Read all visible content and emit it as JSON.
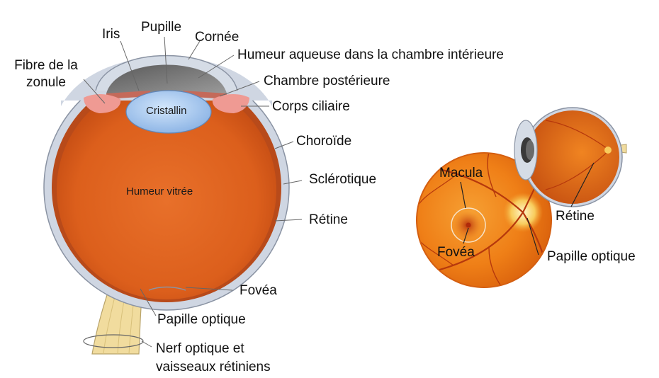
{
  "diagram": {
    "colors": {
      "vitreous": "#e0661f",
      "sclera": "#cfd6e2",
      "lens": "#a9c9ee",
      "ciliary": "#ef9a93",
      "iris": "#707070",
      "nerve": "#f1dc9e",
      "fundus": "#f2861a"
    },
    "labels": {
      "iris": "Iris",
      "pupille": "Pupille",
      "cornee": "Cornée",
      "humeur_aqueuse": "Humeur aqueuse dans la chambre intérieure",
      "fibre_line1": "Fibre de la",
      "fibre_line2": "zonule",
      "chambre_posterieure": "Chambre postérieure",
      "corps_ciliaire": "Corps ciliaire",
      "cristallin": "Cristallin",
      "choroide": "Choroïde",
      "sclerotique": "Sclérotique",
      "humeur_vitree": "Humeur vitrée",
      "retine": "Rétine",
      "fovea": "Fovéa",
      "papille_optique": "Papille optique",
      "nerf_line1": "Nerf optique et",
      "nerf_line2": "vaisseaux rétiniens",
      "macula": "Macula",
      "fovea_fundus": "Fovéa",
      "retine_fundus": "Rétine",
      "papille_fundus": "Papille optique"
    }
  }
}
